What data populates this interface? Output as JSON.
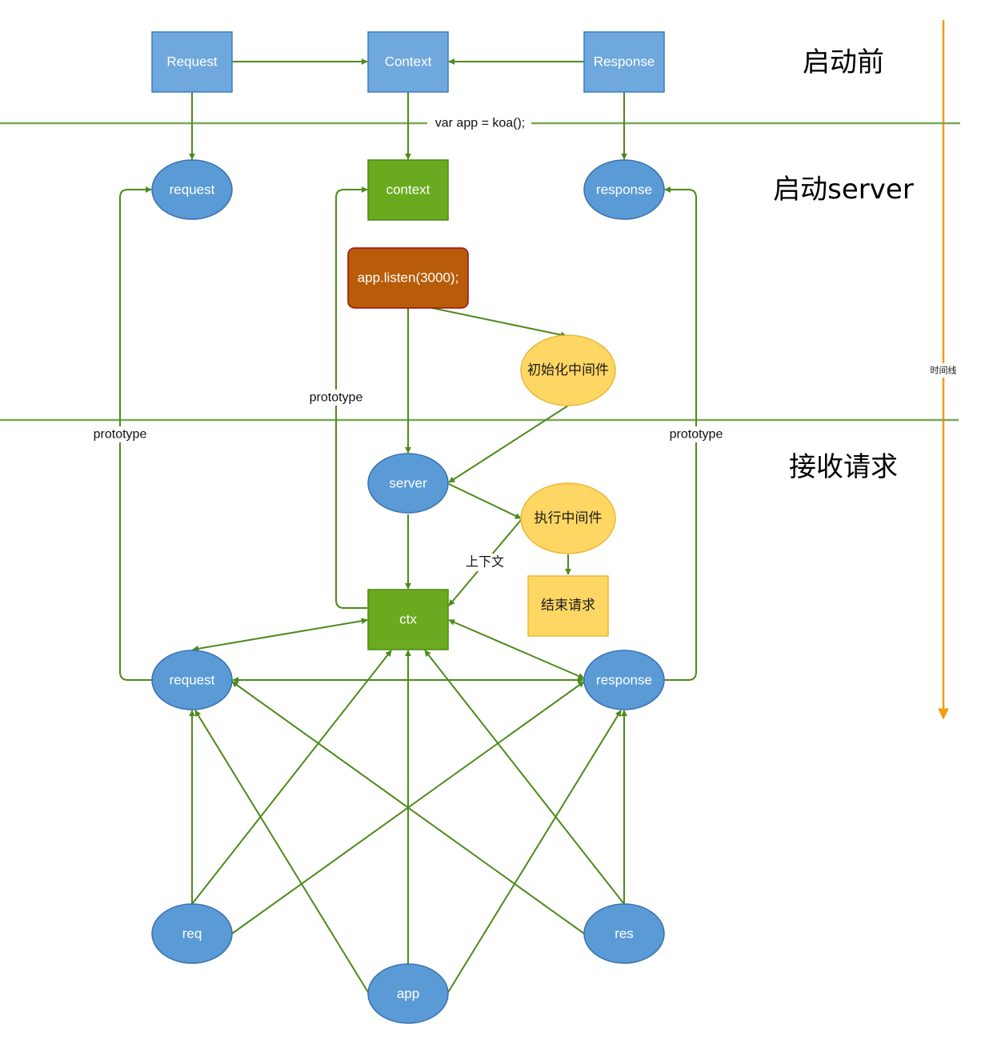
{
  "colors": {
    "blue_fill": "#5b9bd5",
    "blue_stroke": "#3a70b0",
    "box_blue_fill": "#6fa8dc",
    "box_blue_stroke": "#3d7cc0",
    "green_fill": "#6aaa1e",
    "green_stroke": "#4a8a12",
    "orange_fill": "#b85c0a",
    "orange_stroke": "#9a1010",
    "yellow_fill": "#fdd663",
    "yellow_stroke": "#e8b93a",
    "edge": "#4d8a1a",
    "divider": "#7aa957",
    "timeline": "#f39c12"
  },
  "phases": [
    {
      "label": "启动前"
    },
    {
      "label": "启动server"
    },
    {
      "label": "接收请求"
    }
  ],
  "timeline": {
    "label": "时间线"
  },
  "divider_label": "var app = koa();",
  "nodes": {
    "Request": "Request",
    "Context": "Context",
    "Response": "Response",
    "request1": "request",
    "context": "context",
    "response1": "response",
    "listen": "app.listen(3000);",
    "initMiddleware": "初始化中间件",
    "server": "server",
    "execMiddleware": "执行中间件",
    "endRequest": "结束请求",
    "ctx": "ctx",
    "request2": "request",
    "response2": "response",
    "req": "req",
    "res": "res",
    "app": "app"
  },
  "edge_labels": {
    "prototype_left": "prototype",
    "prototype_center": "prototype",
    "prototype_right": "prototype",
    "context_label": "上下文"
  }
}
